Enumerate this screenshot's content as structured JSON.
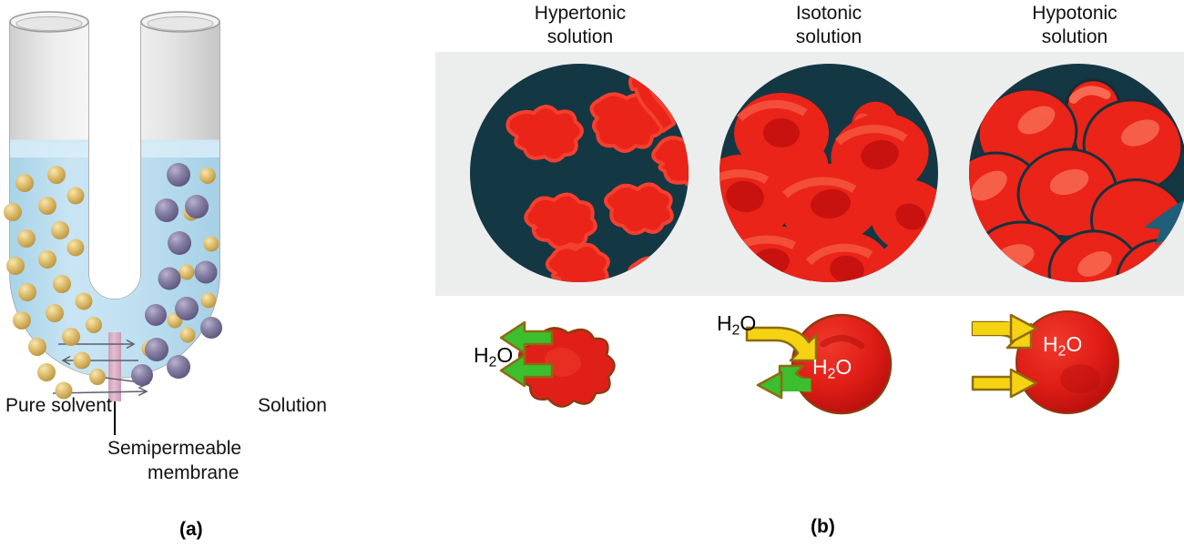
{
  "figure": {
    "panel_a": {
      "caption": "(a)",
      "labels": {
        "left": "Pure solvent",
        "right": "Solution",
        "membrane_line1": "Semipermeable",
        "membrane_line2": "membrane"
      },
      "icons": {
        "left_tube": "glass-tube-icon",
        "right_tube": "glass-tube-icon",
        "membrane": "semipermeable-membrane-icon",
        "solvent_particle": "solvent-particle-icon",
        "solute_particle": "solute-particle-icon",
        "flow_arrow": "water-flow-arrow-icon"
      },
      "counts": {
        "left_solvent_particles": 22,
        "right_solvent_particles": 8,
        "right_solute_particles": 12,
        "membrane_arrows": 4
      },
      "colors": {
        "liquid": "#b8dcef",
        "liquid_top": "#d8ecf7",
        "glass": "#e2e2e2",
        "glass_edge": "#9a9a9a",
        "solvent_particle": "#d9b863",
        "solute_particle": "#7d769c",
        "membrane": "#d9a8c0",
        "arrow": "#5c5f6b"
      }
    },
    "panel_b": {
      "caption": "(b)",
      "columns": [
        {
          "id": "hypertonic",
          "title_line1": "Hypertonic",
          "title_line2": "solution",
          "cell_state": "crenated-cells-icon",
          "water_label": "H2O",
          "water_label_position": "outside-left",
          "arrows": [
            {
              "direction": "out",
              "color": "#3bbf2e"
            },
            {
              "direction": "out",
              "color": "#3bbf2e"
            }
          ],
          "cell_shape": "shriveled-cell-icon"
        },
        {
          "id": "isotonic",
          "title_line1": "Isotonic",
          "title_line2": "solution",
          "cell_state": "normal-biconcave-cells-icon",
          "water_label_outside": "H2O",
          "water_label_inside": "H2O",
          "arrows": [
            {
              "direction": "in",
              "color": "#f5d312"
            },
            {
              "direction": "out",
              "color": "#3bbf2e"
            }
          ],
          "cell_shape": "round-cell-icon"
        },
        {
          "id": "hypotonic",
          "title_line1": "Hypotonic",
          "title_line2": "solution",
          "cell_state": "swollen-bursting-cells-icon",
          "water_label_inside": "H2O",
          "arrows": [
            {
              "direction": "in",
              "color": "#f5d312"
            },
            {
              "direction": "in",
              "color": "#f5d312"
            }
          ],
          "cell_shape": "swollen-cell-icon"
        }
      ],
      "colors": {
        "panel_background": "#eceded",
        "circle_background": "#143744",
        "cell_red": "#e8201c",
        "cell_red_light": "#f4402f",
        "cell_red_dark": "#c2100f",
        "arrow_yellow": "#f5d312",
        "arrow_green": "#3bbf2e",
        "burst_blue": "#1f5f7a"
      }
    }
  }
}
